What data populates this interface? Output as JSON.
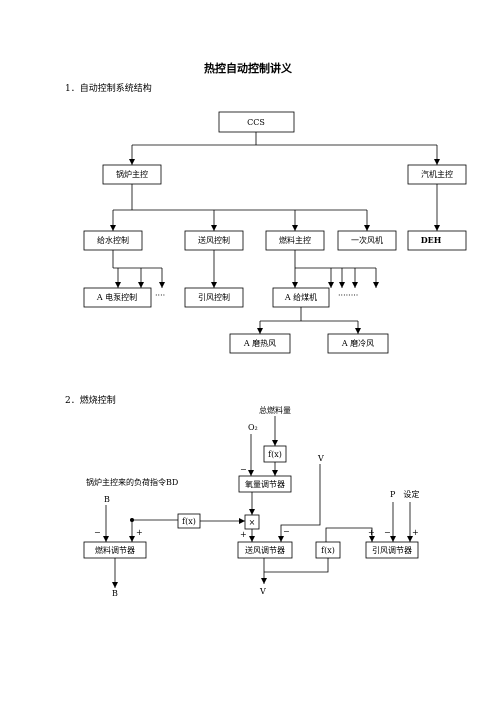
{
  "title": "热控自动控制讲义",
  "sections": [
    {
      "heading": "1．自动控制系统结构"
    },
    {
      "heading": "2．燃烧控制"
    }
  ],
  "structure_diagram": {
    "root": "CCS",
    "level2": [
      "锅炉主控",
      "汽机主控"
    ],
    "level3": [
      "给水控制",
      "送风控制",
      "燃料主控",
      "一次风机",
      "DEH"
    ],
    "level4": [
      "A 电泵控制",
      "····",
      "引风控制",
      "A 给煤机",
      "········"
    ],
    "level5": [
      "A 磨热风",
      "A 磨冷风"
    ]
  },
  "combustion_diagram": {
    "total_fuel": "总燃料量",
    "o2": "O₂",
    "fx": "f(x)",
    "oxygen_regulator": "氧量调节器",
    "boiler_demand": "锅炉主控来的负荷指令BD",
    "b_top": "B",
    "multiplier": "×",
    "v_top": "V",
    "pressure_setpoint": "P　设定",
    "fuel_regulator": "燃料调节器",
    "air_regulator": "送风调节器",
    "induced_regulator": "引风调节器",
    "b_bottom": "B",
    "v_bottom": "V",
    "minus": "−",
    "plus": "+"
  }
}
